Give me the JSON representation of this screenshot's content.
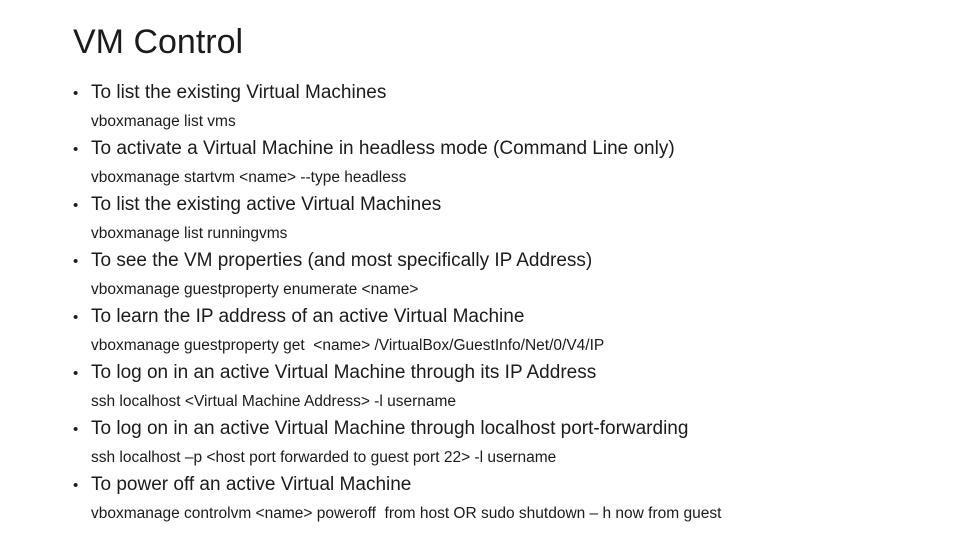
{
  "slide": {
    "title": "VM Control",
    "bullet_char": "•",
    "colors": {
      "background": "#ffffff",
      "text": "#1b1b1b"
    },
    "items": [
      {
        "heading": "To list the existing Virtual Machines",
        "command": "vboxmanage list vms"
      },
      {
        "heading": "To activate a Virtual Machine in headless mode (Command Line only)",
        "command": "vboxmanage startvm <name> --type headless"
      },
      {
        "heading": "To list the existing active Virtual Machines",
        "command": "vboxmanage list runningvms"
      },
      {
        "heading": "To see the VM properties (and most specifically IP Address)",
        "command": "vboxmanage guestproperty enumerate <name>"
      },
      {
        "heading": "To learn the IP address of an active Virtual Machine",
        "command": "vboxmanage guestproperty get  <name> /VirtualBox/GuestInfo/Net/0/V4/IP"
      },
      {
        "heading": "To log on in an active Virtual Machine through its IP Address",
        "command": "ssh localhost <Virtual Machine Address> -l username"
      },
      {
        "heading": "To log on in an active Virtual Machine through localhost port-forwarding",
        "command": "ssh localhost –p <host port forwarded to guest port 22> -l username"
      },
      {
        "heading": "To power off an active Virtual Machine",
        "command": "vboxmanage controlvm <name> poweroff  from host OR sudo shutdown – h now from guest"
      }
    ]
  }
}
